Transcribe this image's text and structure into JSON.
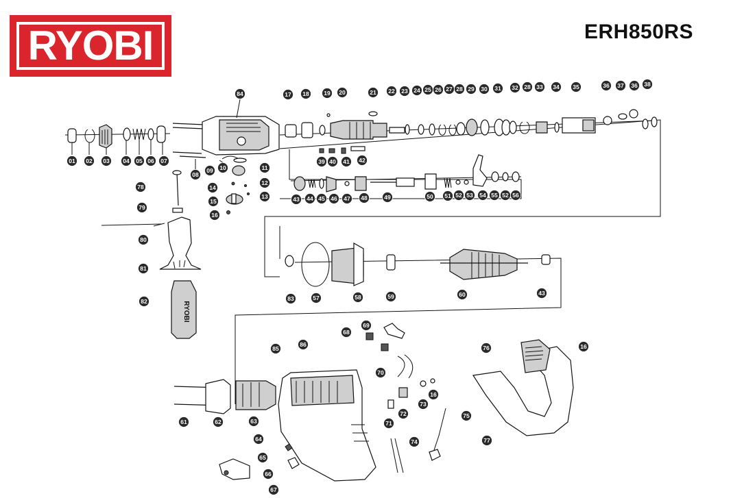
{
  "header": {
    "brand": "RYOBI",
    "model": "ERH850RS"
  },
  "diagram": {
    "callouts": {
      "p01": "01",
      "p02": "02",
      "p03": "03",
      "p04": "04",
      "p05": "05",
      "p06": "06",
      "p07": "07",
      "p08": "08",
      "p09": "09",
      "p10": "10",
      "p11": "11",
      "p12": "12",
      "p13": "13",
      "p14": "14",
      "p15": "15",
      "p16a": "16",
      "p16b": "16",
      "p16c": "16",
      "p17": "17",
      "p18": "18",
      "p19": "19",
      "p20": "20",
      "p21": "21",
      "p22": "22",
      "p23": "23",
      "p24": "24",
      "p25": "25",
      "p26": "26",
      "p27": "27",
      "p28a": "28",
      "p28b": "28",
      "p29": "29",
      "p30": "30",
      "p31": "31",
      "p32": "32",
      "p33": "33",
      "p34": "34",
      "p35": "35",
      "p36a": "36",
      "p36b": "36",
      "p37": "37",
      "p38": "38",
      "p39": "39",
      "p40": "40",
      "p41": "41",
      "p42": "42",
      "p43a": "43",
      "p43b": "43",
      "p44": "44",
      "p45": "45",
      "p46": "46",
      "p47": "47",
      "p48": "48",
      "p49": "49",
      "p50": "50",
      "p51": "51",
      "p52a": "52",
      "p52b": "52",
      "p53": "53",
      "p54": "54",
      "p55": "55",
      "p56": "56",
      "p57": "57",
      "p58": "58",
      "p59": "59",
      "p60": "60",
      "p61": "61",
      "p62": "62",
      "p63": "63",
      "p64": "64",
      "p65": "65",
      "p66": "66",
      "p67": "67",
      "p68": "68",
      "p69": "69",
      "p70": "70",
      "p71": "71",
      "p72": "72",
      "p73": "73",
      "p74": "74",
      "p75": "75",
      "p76": "76",
      "p77": "77",
      "p78": "78",
      "p79": "79",
      "p80": "80",
      "p81": "81",
      "p82": "82",
      "p83": "83",
      "p84": "84",
      "p85": "85",
      "p86": "86"
    },
    "handle_brand": "RYOBI"
  },
  "colors": {
    "brand_red": "#d9252b",
    "ink": "#111111",
    "callout_fill": "#2a2a2a",
    "callout_text": "#ffffff"
  }
}
